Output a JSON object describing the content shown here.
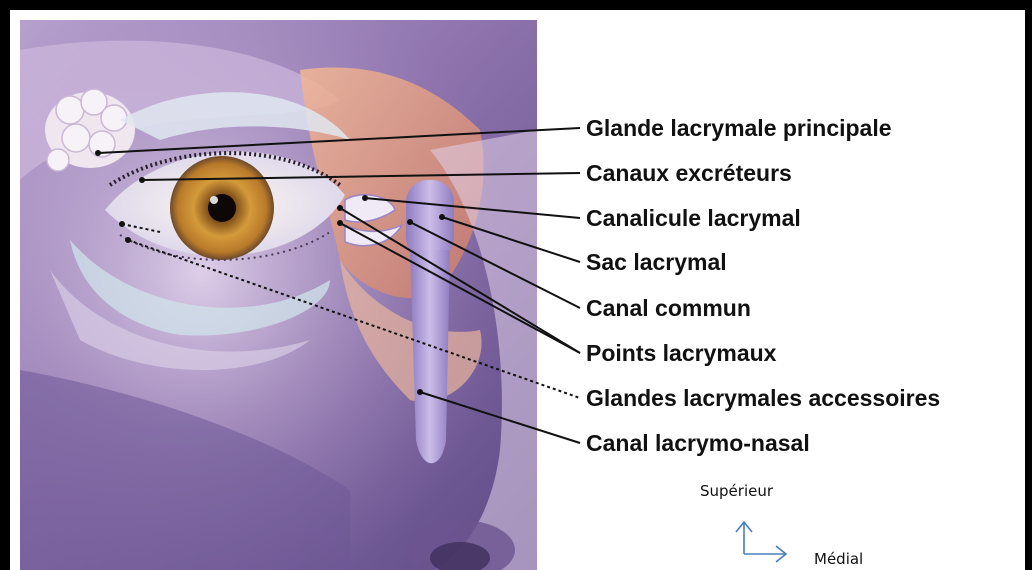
{
  "labels": [
    "Glande lacrymale principale",
    "Canaux excréteurs",
    "Canalicule lacrymal",
    "Sac lacrymal",
    "Canal commun",
    "Points lacrymaux",
    "Glandes lacrymales accessoires",
    "Canal lacrymo-nasal"
  ],
  "orientation": {
    "up_label": "Supérieur",
    "right_label": "Médial",
    "arrow_color": "#4a7ebb"
  },
  "colors": {
    "skin_purple": "#8a6fa8",
    "skin_light": "#d9c8e4",
    "iris": "#c98a2e",
    "gland": "#efe6ef",
    "duct": "#b9a6d6",
    "muscle": "#e9a183"
  }
}
